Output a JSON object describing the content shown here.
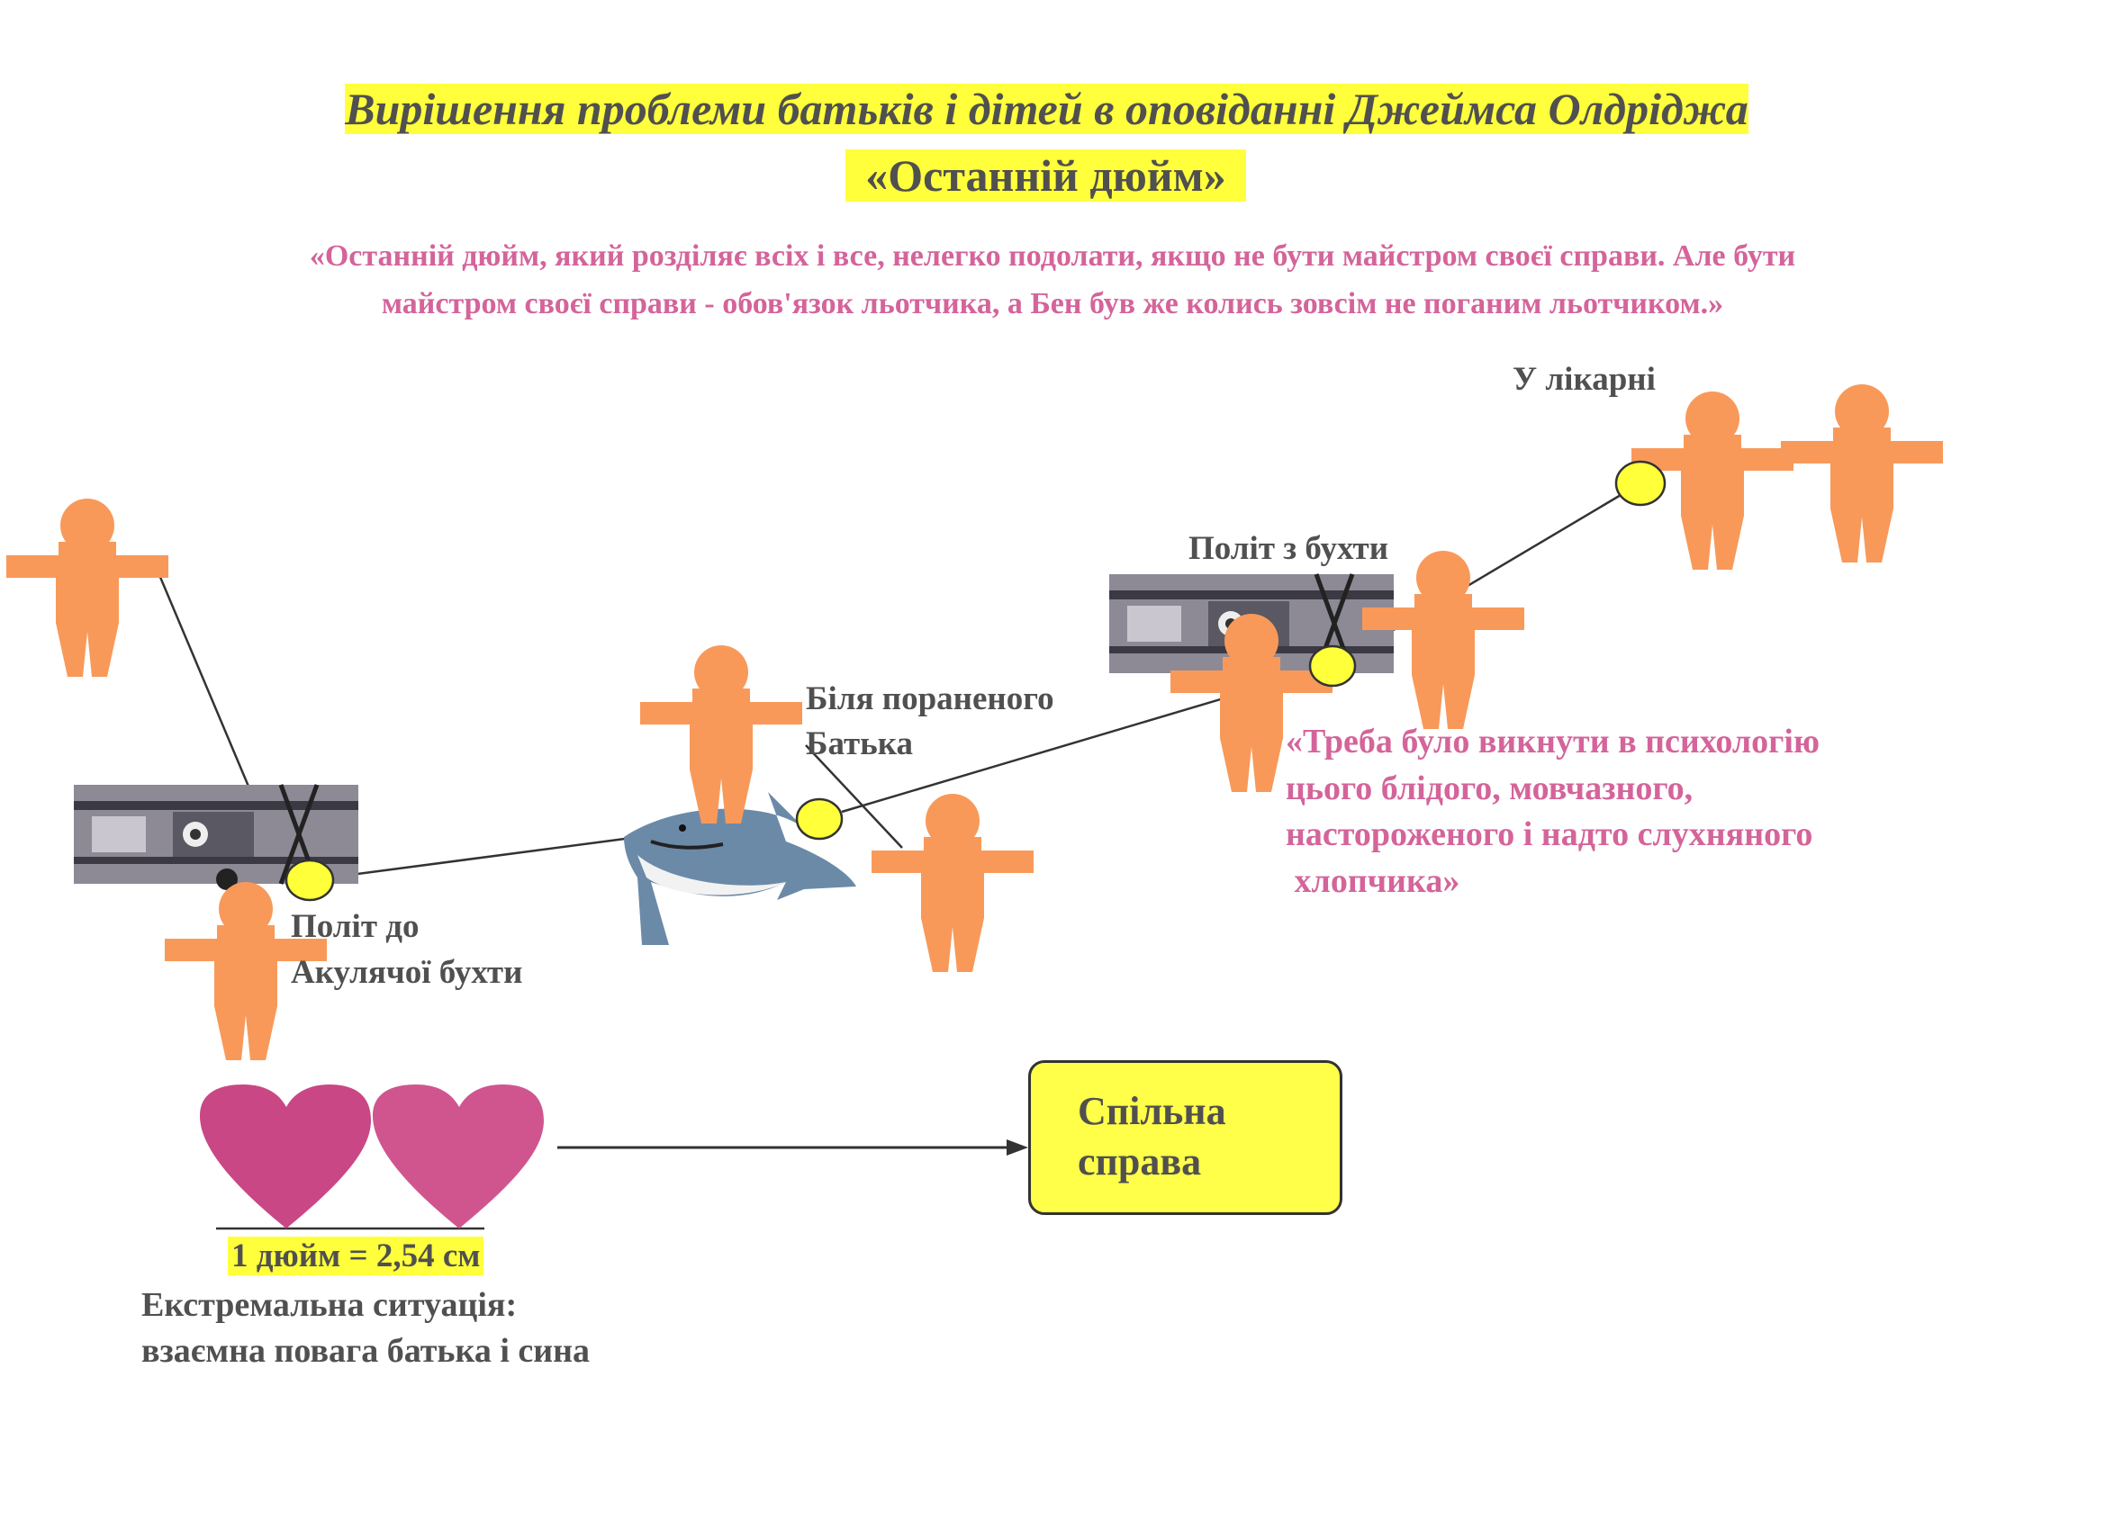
{
  "title": {
    "line1": "Вирішення проблеми батьків і дітей в оповіданні Джеймса Олдріджа",
    "line2": "«Останній дюйм»"
  },
  "epigraph": {
    "line1": "«Останній дюйм, який розділяє всіх і все, нелегко подолати, якщо не бути майстром своєї справи. Але бути",
    "line2": "майстром своєї справи - обов'язок льотчика, а Бен був же колись зовсім не поганим льотчиком.»"
  },
  "labels": {
    "hospital": "У лікарні",
    "flight_from_bay": "Політ з бухти",
    "near_father_1": "Біля пораненого",
    "near_father_2": "Батька",
    "flight_to_1": "Політ до",
    "flight_to_2": "Акулячої бухти"
  },
  "quote2": {
    "line1": "«Треба було викнути в психологію",
    "line2": "цього блідого, мовчазного,",
    "line3": "настороженого і надто слухняного",
    "line4": " хлопчика»"
  },
  "inch": "1 дюйм = 2,54 см",
  "extreme": {
    "line1": "Екстремальна ситуація:",
    "line2": "взаємна повага батька і сина"
  },
  "result_box": {
    "line1": "Спільна",
    "line2": "справа"
  },
  "colors": {
    "figure": "#f8995a",
    "dot": "#ffff3a",
    "highlight": "#ffff3c",
    "pink_text": "#d4649a",
    "gray_text": "#505050"
  }
}
